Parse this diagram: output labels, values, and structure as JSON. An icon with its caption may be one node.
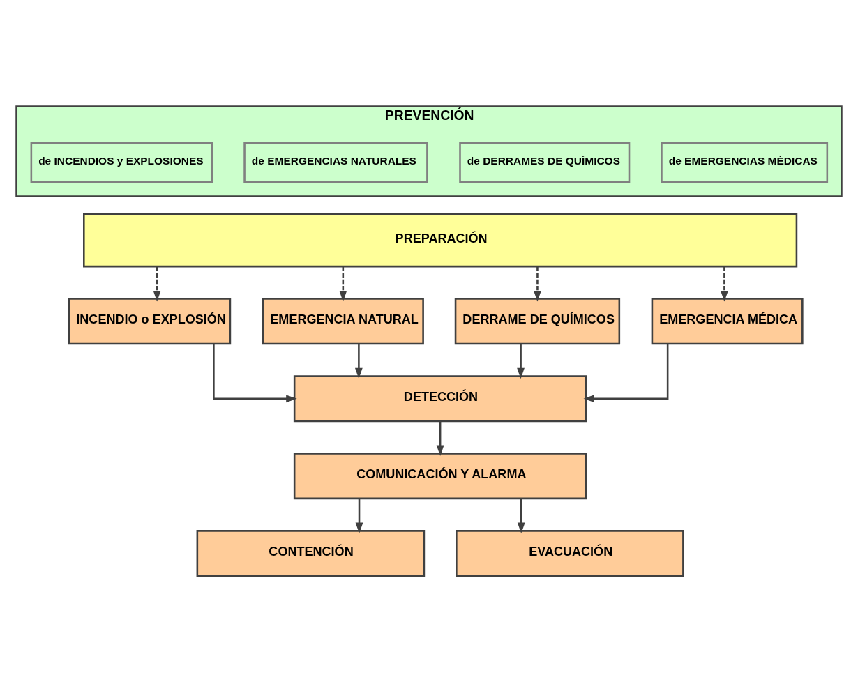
{
  "diagram": {
    "nodes": [
      {
        "text": [
          "PREVENCIÓN"
        ]
      },
      {
        "text": [
          "de INCENDIOS y EXPLOSIONES"
        ],
        "in": 0
      },
      {
        "text": [
          "de EMERGENCIAS NATURALES"
        ],
        "in": 0
      },
      {
        "text": [
          "de DERRAMES DE QUÍMICOS"
        ],
        "in": 0
      },
      {
        "text": [
          "de EMERGENCIAS MÉDICAS"
        ],
        "in": 0
      },
      {
        "text": [
          "PREPARACIÓN"
        ]
      },
      {
        "text": [
          "INCENDIO o EXPLOSIÓN"
        ]
      },
      {
        "text": [
          "EMERGENCIA NATURAL"
        ]
      },
      {
        "text": [
          "DERRAME DE QUÍMICOS"
        ]
      },
      {
        "text": [
          "EMERGENCIA MÉDICA"
        ]
      },
      {
        "text": [
          "DETECCIÓN"
        ]
      },
      {
        "text": [
          "COMUNICACIÓN Y ALARMA"
        ]
      },
      {
        "text": [
          "CONTENCIÓN"
        ]
      },
      {
        "text": [
          "EVACUACIÓN"
        ]
      }
    ],
    "edges": [
      {
        "from": 5,
        "to": 6,
        "arrow": "to",
        "style": "dashed"
      },
      {
        "from": 5,
        "to": 7,
        "arrow": "to",
        "style": "dashed"
      },
      {
        "from": 5,
        "to": 8,
        "arrow": "to",
        "style": "dashed"
      },
      {
        "from": 5,
        "to": 9,
        "arrow": "to",
        "style": "dashed"
      },
      {
        "from": 6,
        "to": 10,
        "arrow": "to"
      },
      {
        "from": 7,
        "to": 10,
        "arrow": "to"
      },
      {
        "from": 8,
        "to": 10,
        "arrow": "to"
      },
      {
        "from": 9,
        "to": 10,
        "arrow": "to"
      },
      {
        "from": 10,
        "to": 11,
        "arrow": "to"
      },
      {
        "from": 11,
        "to": 12,
        "arrow": "to"
      },
      {
        "from": 11,
        "to": 13,
        "arrow": "to"
      }
    ]
  }
}
